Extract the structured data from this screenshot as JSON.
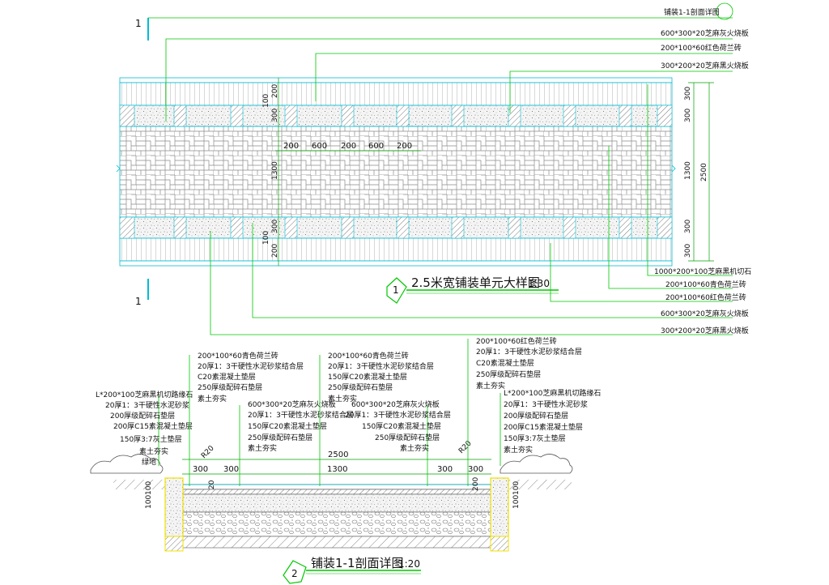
{
  "colors": {
    "background": "#ffffff",
    "leader": "#00c800",
    "cyan": "#00bcd4",
    "dimension": "#00a000",
    "hatch": "#707070",
    "yellow": "#f0e000"
  },
  "plan": {
    "title": "2.5米宽铺装单元大样图",
    "scale": "1:30",
    "number": "1",
    "section_mark": "1",
    "labels_top": [
      "铺装1-1剖面详图",
      "600*300*20芝麻灰火烧板",
      "200*100*60红色荷兰砖",
      "300*200*20芝麻黑火烧板"
    ],
    "labels_bottom": [
      "1000*200*100芝麻黑机切石",
      "200*100*60青色荷兰砖",
      "200*100*60红色荷兰砖",
      "600*300*20芝麻灰火烧板",
      "300*200*20芝麻黑火烧板"
    ],
    "dims_inner": [
      "200",
      "600",
      "200",
      "600",
      "200"
    ],
    "dims_left": [
      "200",
      "100",
      "300",
      "1300",
      "300",
      "100",
      "200"
    ],
    "dims_right": [
      "300",
      "300",
      "1300",
      "300",
      "300"
    ],
    "dim_total": "2500"
  },
  "section": {
    "title": "铺装1-1剖面详图",
    "scale": "1:20",
    "number": "2",
    "left_edge_labels": [
      "L*200*100芝麻黑机切路缘石",
      "20厚1：3干硬性水泥砂浆",
      "200厚级配碎石垫层",
      "200厚C15素混凝土垫层",
      "150厚3:7灰土垫层",
      "素土夯实",
      "绿地"
    ],
    "col1_labels": [
      "200*100*60青色荷兰砖",
      "20厚1：3干硬性水泥砂浆结合层",
      "C20素混凝土垫层",
      "250厚级配碎石垫层",
      "素土夯实"
    ],
    "col2_labels": [
      "600*300*20芝麻灰火烧板",
      "20厚1：3干硬性水泥砂浆结合层",
      "150厚C20素混凝土垫层",
      "250厚级配碎石垫层",
      "素土夯实"
    ],
    "col3_labels": [
      "200*100*60青色荷兰砖",
      "20厚1：3干硬性水泥砂浆结合层",
      "150厚C20素混凝土垫层",
      "250厚级配碎石垫层",
      "素土夯实"
    ],
    "col4_labels": [
      "600*300*20芝麻灰火烧板",
      "20厚1：3干硬性水泥砂浆结合层",
      "150厚C20素混凝土垫层",
      "250厚级配碎石垫层",
      "素土夯实"
    ],
    "col5_labels": [
      "200*100*60红色荷兰砖",
      "20厚1：3干硬性水泥砂浆结合层",
      "C20素混凝土垫层",
      "250厚级配碎石垫层",
      "素土夯实"
    ],
    "right_edge_labels": [
      "L*200*100芝麻黑机切路缘石",
      "20厚1：3干硬性水泥砂浆",
      "200厚级配碎石垫层",
      "200厚C15素混凝土垫层",
      "150厚3:7灰土垫层",
      "素土夯实"
    ],
    "radius_left": "R20",
    "radius_right": "R20",
    "dim_total": "2500",
    "dims": [
      "300",
      "300",
      "1300",
      "300",
      "300"
    ],
    "dims_vertical_left": [
      "100",
      "100"
    ],
    "dims_vertical_right": [
      "100",
      "100"
    ],
    "dim_inner_left": "20",
    "dim_inner_right": "200"
  }
}
